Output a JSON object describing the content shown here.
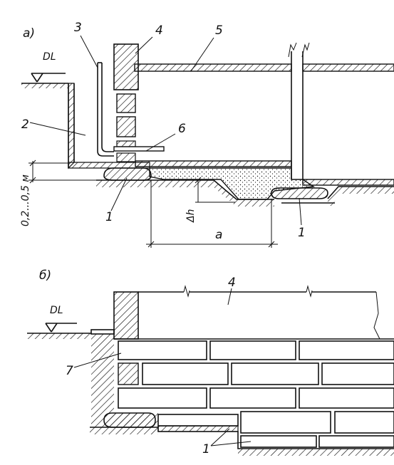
{
  "figure": {
    "panel_a_label": "а)",
    "panel_b_label": "б)",
    "level_label": "DL",
    "level_label_b": "DL",
    "depth_dim": "0,2...0,5 м",
    "delta_h": "Δh",
    "span_label": "a",
    "callouts": {
      "a_1_left": "1",
      "a_1_right": "1",
      "a_2": "2",
      "a_3": "3",
      "a_4": "4",
      "a_5": "5",
      "a_6": "6",
      "b_4": "4",
      "b_7": "7",
      "b_1": "1"
    }
  }
}
